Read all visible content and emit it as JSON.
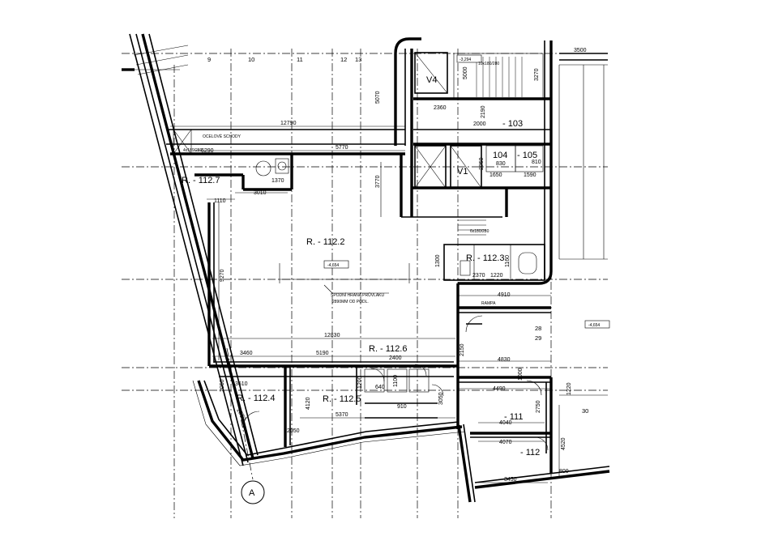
{
  "rooms": {
    "r1127": "R. - 112.7",
    "r1122": "R. - 112.2",
    "r1123": "R. - 112.3",
    "r1126": "R. - 112.6",
    "r1124": "R. - 112.4",
    "r1125": "R. - 112.5",
    "r103": "- 103",
    "r104": "104",
    "r105": "- 105",
    "r111": "- 111",
    "r112": "- 112",
    "v4": "V4",
    "v1": "V1"
  },
  "grid_labels": {
    "g9": "9",
    "g10": "10",
    "g11": "11",
    "g12": "12",
    "g13": "13",
    "g28": "28",
    "g29": "29",
    "g30": "30",
    "axis_a": "A"
  },
  "dimensions": {
    "d3500": "3500",
    "d5070": "5070",
    "d12790": "12790",
    "d6290": "6290",
    "d5770": "5770",
    "d1370": "1370",
    "d3010": "3010",
    "d1110": "1110",
    "d3770": "3770",
    "d9270": "9270",
    "d12830": "12830",
    "d3460": "3460",
    "d5190": "5190",
    "d2400": "2400",
    "d3610": "3610",
    "d4120": "4120",
    "d5370": "5370",
    "d2050": "2050",
    "d2370": "2370",
    "d2360": "2360",
    "d2190": "2190",
    "d2000": "2000",
    "d1650": "1650",
    "d1590": "1590",
    "d830": "830",
    "d810": "810",
    "d2050b": "2050",
    "d4910": "4910",
    "d4830": "4830",
    "d4490": "4490",
    "d2750": "2750",
    "d4040": "4040",
    "d4070": "4070",
    "d3450": "3450",
    "d4520": "4520",
    "d1220": "1220",
    "d1200": "1200",
    "d1100": "1100",
    "d1300": "1300",
    "d1160": "1160",
    "d2370b": "2370",
    "d1220b": "1220",
    "d800": "800",
    "d910": "910",
    "d640": "640",
    "d5000": "5000",
    "d3270": "3270",
    "d1000": "1000",
    "d2050c": "2050",
    "d3050": "3050",
    "d2150": "2150"
  },
  "levels": {
    "l1": "-4,654",
    "l2": "-4,654",
    "l3": "-3,294"
  },
  "notes": {
    "ocel": "OCELOVÉ SCHODY",
    "spodni_1": "SPODNÍ HRANA PRŮVLAKU",
    "spodni_2": "2890MM OD PODL.",
    "rampa": "RAMPA",
    "stair1": "4x189/280",
    "stair2": "10x180/280",
    "stair3": "6x180/280"
  }
}
